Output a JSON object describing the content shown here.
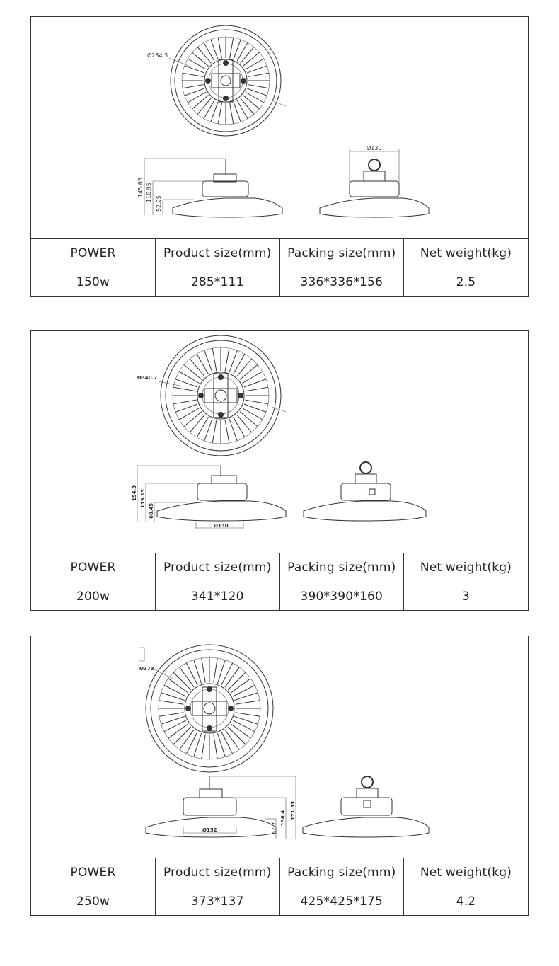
{
  "headers": {
    "power": "POWER",
    "product_size": "Product  size(mm)",
    "packing_size": "Packing  size(mm)",
    "net_weight": "Net weight(kg)"
  },
  "products": [
    {
      "power": "150w",
      "product_size": "285*111",
      "packing_size": "336*336*156",
      "net_weight": "2.5",
      "dims": {
        "diameter": "Ø284.3",
        "h_total": "145.65",
        "h_body": "110.95",
        "h_base": "52.25",
        "hook_width": "Ø130",
        "base_width": ""
      }
    },
    {
      "power": "200w",
      "product_size": "341*120",
      "packing_size": "390*390*160",
      "net_weight": "3",
      "dims": {
        "diameter": "Ø340.7",
        "h_total": "154.3",
        "h_body": "119.15",
        "h_base": "60.45",
        "hook_width": "",
        "base_width": "Ø130"
      }
    },
    {
      "power": "250w",
      "product_size": "373*137",
      "packing_size": "425*425*175",
      "net_weight": "4.2",
      "dims": {
        "diameter": "Ø373",
        "h_total": "171.55",
        "h_body": "136.4",
        "h_base": "67.7",
        "hook_width": "",
        "base_width": "Ø152"
      }
    }
  ]
}
